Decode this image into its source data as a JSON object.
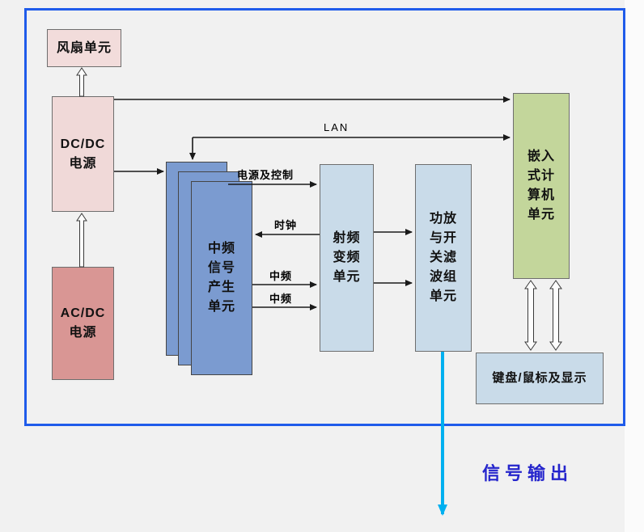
{
  "diagram": {
    "boxes": {
      "fan": {
        "label": "风扇单元"
      },
      "dcdc": {
        "label": "DC/DC\n电源"
      },
      "acdc": {
        "label": "AC/DC\n电源"
      },
      "if_gen": {
        "label": "中频\n信号\n产生\n单元"
      },
      "rf_conv": {
        "label": "射频\n变频\n单元"
      },
      "pa_filter": {
        "label": "功放\n与开\n关滤\n波组\n单元"
      },
      "computer": {
        "label": "嵌入\n式计\n算机\n单元"
      },
      "kbd": {
        "label": "键盘/鼠标及显示"
      }
    },
    "arrow_labels": {
      "lan": "LAN",
      "power_control": "电源及控制",
      "clock": "时钟",
      "if1": "中频",
      "if2": "中频"
    },
    "output_label": "信号输出",
    "colors": {
      "frame_border": "#1f5bea",
      "pink_light": "#f2dcdb",
      "red_mid": "#d99694",
      "blue_mid": "#7b9bd0",
      "blue_light": "#c9dbe9",
      "green": "#c3d69b",
      "output_arrow": "#00b0f0",
      "output_text": "#2525cc",
      "arrow_line": "#1a1a1a"
    }
  }
}
